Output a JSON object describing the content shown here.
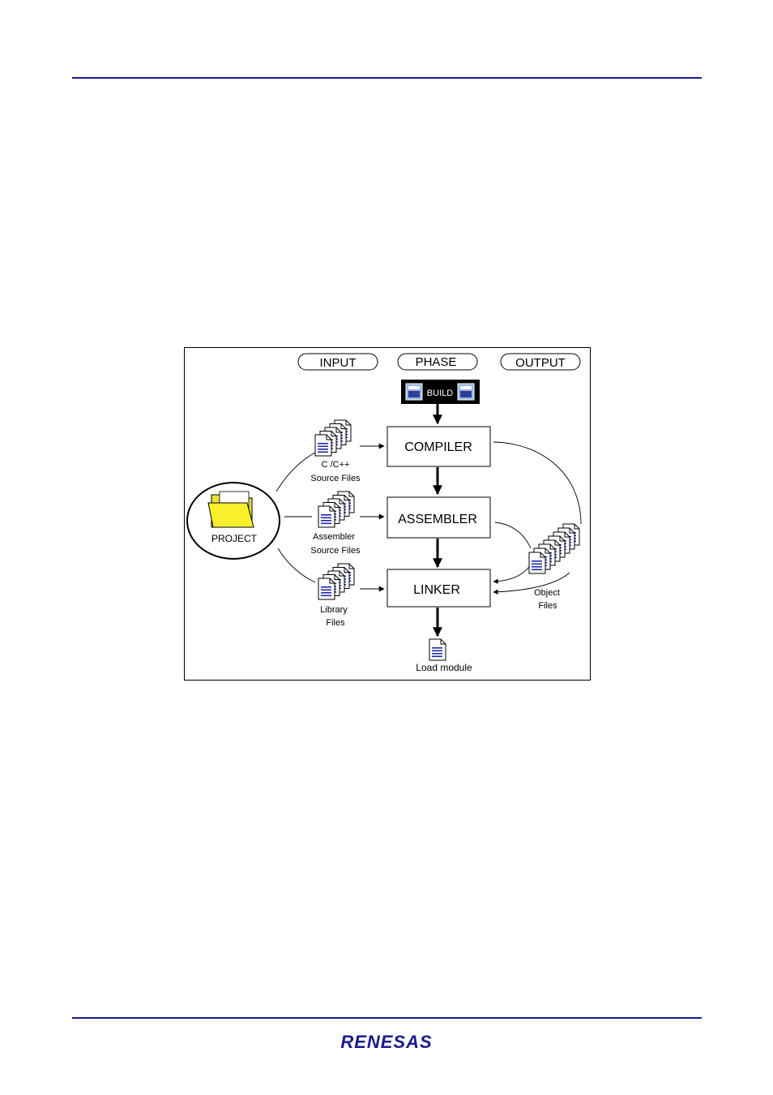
{
  "diagram": {
    "header": {
      "input": "INPUT",
      "phase": "PHASE",
      "output": "OUTPUT"
    },
    "build": {
      "label": "BUILD"
    },
    "phases": {
      "compiler": "COMPILER",
      "assembler": "ASSEMBLER",
      "linker": "LINKER"
    },
    "project": {
      "label": "PROJECT"
    },
    "inputs": {
      "c_source": {
        "line1": "C /C++",
        "line2": "Source Files"
      },
      "asm_source": {
        "line1": "Assembler",
        "line2": "Source Files"
      },
      "library": {
        "line1": "Library",
        "line2": "Files"
      }
    },
    "outputs": {
      "object": {
        "line1": "Object",
        "line2": "Files"
      },
      "load_module": {
        "label": "Load module"
      }
    }
  },
  "footer": {
    "logo_text": "RENESAS",
    "brand_color": "#1a1a8c"
  }
}
